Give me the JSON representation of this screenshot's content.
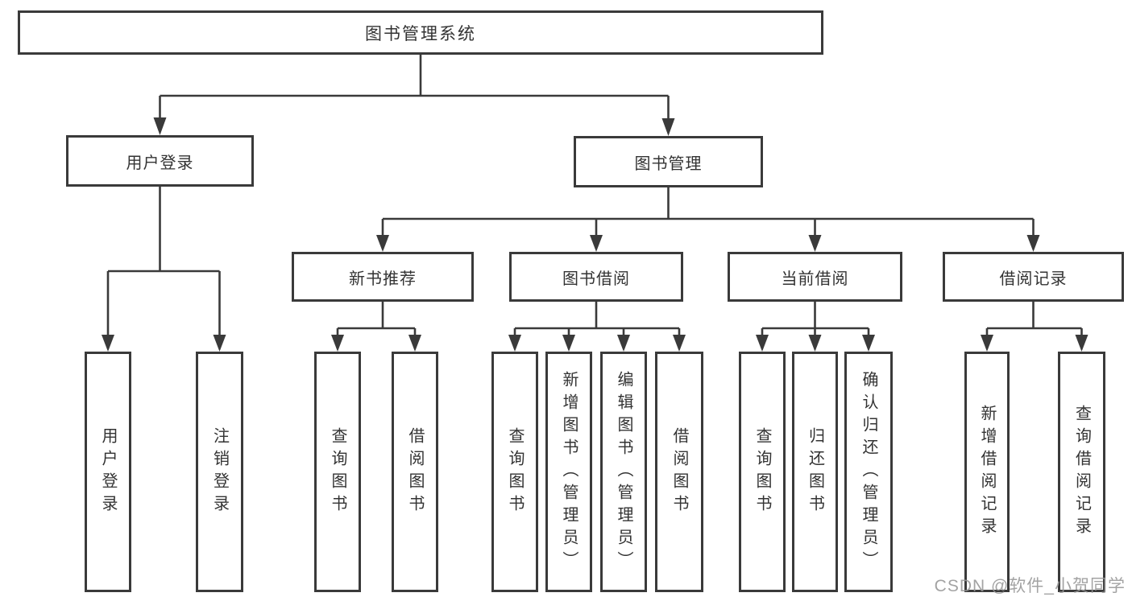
{
  "tree": {
    "root": "图书管理系统",
    "branches": [
      {
        "label": "用户登录",
        "children": [
          "用户登录",
          "注销登录"
        ]
      },
      {
        "label": "图书管理",
        "groups": [
          {
            "label": "新书推荐",
            "children": [
              "查询图书",
              "借阅图书"
            ]
          },
          {
            "label": "图书借阅",
            "children": [
              "查询图书",
              "新增图书（管理员）",
              "编辑图书（管理员）",
              "借阅图书"
            ]
          },
          {
            "label": "当前借阅",
            "children": [
              "查询图书",
              "归还图书",
              "确认归还（管理员）"
            ]
          },
          {
            "label": "借阅记录",
            "children": [
              "新增借阅记录",
              "查询借阅记录"
            ]
          }
        ]
      }
    ]
  },
  "watermark": "CSDN @软件_小贺同学",
  "colors": {
    "line": "#3a3a3a",
    "box_border": "#3a3a3a",
    "text": "#333333",
    "watermark": "#969696",
    "background": "#ffffff"
  }
}
